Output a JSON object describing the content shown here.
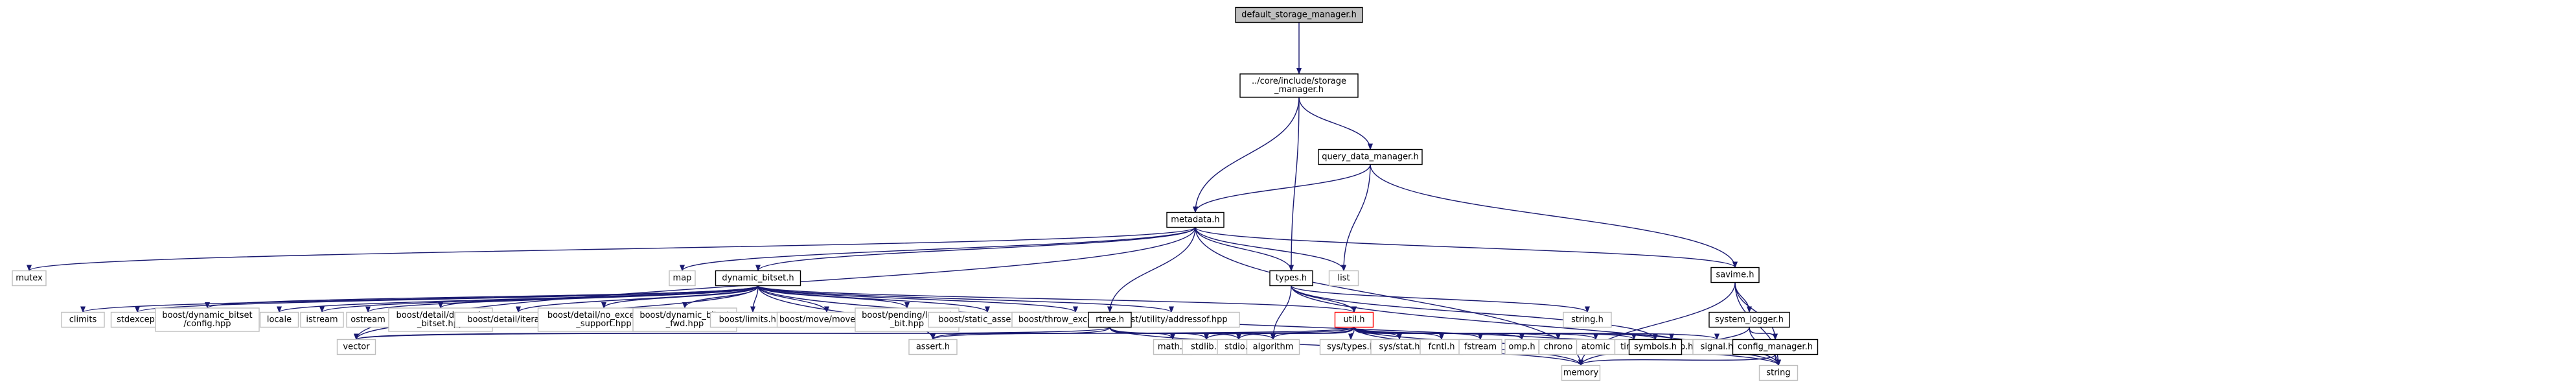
{
  "colors": {
    "edge": "#191970",
    "box_border_normal": "#000000",
    "box_border_muted": "#bfbfbf",
    "box_border_red": "#ff0000",
    "box_fill_root": "#bfbfbf",
    "box_fill": "#ffffff"
  },
  "nodes": [
    {
      "id": "root",
      "lines": [
        "default_storage_manager.h"
      ],
      "style": "root"
    },
    {
      "id": "storage_manager",
      "lines": [
        "../core/include/storage",
        "_manager.h"
      ],
      "style": "normal"
    },
    {
      "id": "query_data_manager",
      "lines": [
        "query_data_manager.h"
      ],
      "style": "normal"
    },
    {
      "id": "metadata",
      "lines": [
        "metadata.h"
      ],
      "style": "normal"
    },
    {
      "id": "savime",
      "lines": [
        "savime.h"
      ],
      "style": "normal"
    },
    {
      "id": "mutex",
      "lines": [
        "mutex"
      ],
      "style": "muted"
    },
    {
      "id": "map",
      "lines": [
        "map"
      ],
      "style": "muted"
    },
    {
      "id": "dynamic_bitset",
      "lines": [
        "dynamic_bitset.h"
      ],
      "style": "normal"
    },
    {
      "id": "types",
      "lines": [
        "types.h"
      ],
      "style": "normal"
    },
    {
      "id": "list",
      "lines": [
        "list"
      ],
      "style": "muted"
    },
    {
      "id": "climits",
      "lines": [
        "climits"
      ],
      "style": "muted"
    },
    {
      "id": "stdexcept",
      "lines": [
        "stdexcept"
      ],
      "style": "muted"
    },
    {
      "id": "boost_config",
      "lines": [
        "boost/dynamic_bitset",
        "/config.hpp"
      ],
      "style": "muted"
    },
    {
      "id": "locale",
      "lines": [
        "locale"
      ],
      "style": "muted"
    },
    {
      "id": "istream",
      "lines": [
        "istream"
      ],
      "style": "muted"
    },
    {
      "id": "ostream",
      "lines": [
        "ostream"
      ],
      "style": "muted"
    },
    {
      "id": "boost_detail_dynamic",
      "lines": [
        "boost/detail/dynamic",
        "_bitset.hpp"
      ],
      "style": "muted"
    },
    {
      "id": "boost_iterator",
      "lines": [
        "boost/detail/iterator.hpp"
      ],
      "style": "muted"
    },
    {
      "id": "boost_no_exceptions",
      "lines": [
        "boost/detail/no_exceptions",
        "_support.hpp"
      ],
      "style": "muted"
    },
    {
      "id": "boost_fwd",
      "lines": [
        "boost/dynamic_bitset",
        "_fwd.hpp"
      ],
      "style": "muted"
    },
    {
      "id": "boost_limits",
      "lines": [
        "boost/limits.hpp"
      ],
      "style": "muted"
    },
    {
      "id": "boost_move",
      "lines": [
        "boost/move/move.hpp"
      ],
      "style": "muted"
    },
    {
      "id": "boost_lowest_bit",
      "lines": [
        "boost/pending/lowest",
        "_bit.hpp"
      ],
      "style": "muted"
    },
    {
      "id": "boost_static_assert",
      "lines": [
        "boost/static_assert.hpp"
      ],
      "style": "muted"
    },
    {
      "id": "boost_throw",
      "lines": [
        "boost/throw_exception.hpp"
      ],
      "style": "muted"
    },
    {
      "id": "boost_addressof",
      "lines": [
        "boost/utility/addressof.hpp"
      ],
      "style": "muted"
    },
    {
      "id": "rtree",
      "lines": [
        "rtree.h"
      ],
      "style": "normal"
    },
    {
      "id": "util",
      "lines": [
        "util.h"
      ],
      "style": "red"
    },
    {
      "id": "string_h",
      "lines": [
        "string.h"
      ],
      "style": "muted"
    },
    {
      "id": "system_logger",
      "lines": [
        "system_logger.h"
      ],
      "style": "normal"
    },
    {
      "id": "vector",
      "lines": [
        "vector"
      ],
      "style": "muted"
    },
    {
      "id": "assert",
      "lines": [
        "assert.h"
      ],
      "style": "muted"
    },
    {
      "id": "math",
      "lines": [
        "math.h"
      ],
      "style": "muted"
    },
    {
      "id": "stdlib",
      "lines": [
        "stdlib.h"
      ],
      "style": "muted"
    },
    {
      "id": "stdio",
      "lines": [
        "stdio.h"
      ],
      "style": "muted"
    },
    {
      "id": "algorithm",
      "lines": [
        "algorithm"
      ],
      "style": "muted"
    },
    {
      "id": "sys_types",
      "lines": [
        "sys/types.h"
      ],
      "style": "muted"
    },
    {
      "id": "sys_stat",
      "lines": [
        "sys/stat.h"
      ],
      "style": "muted"
    },
    {
      "id": "fcntl",
      "lines": [
        "fcntl.h"
      ],
      "style": "muted"
    },
    {
      "id": "fstream",
      "lines": [
        "fstream"
      ],
      "style": "muted"
    },
    {
      "id": "omp",
      "lines": [
        "omp.h"
      ],
      "style": "muted"
    },
    {
      "id": "chrono",
      "lines": [
        "chrono"
      ],
      "style": "muted"
    },
    {
      "id": "atomic",
      "lines": [
        "atomic"
      ],
      "style": "muted"
    },
    {
      "id": "time",
      "lines": [
        "time.h"
      ],
      "style": "muted"
    },
    {
      "id": "execinfo",
      "lines": [
        "execinfo.h"
      ],
      "style": "muted"
    },
    {
      "id": "signal",
      "lines": [
        "signal.h"
      ],
      "style": "muted"
    },
    {
      "id": "symbols",
      "lines": [
        "symbols.h"
      ],
      "style": "normal"
    },
    {
      "id": "config_manager",
      "lines": [
        "config_manager.h"
      ],
      "style": "normal"
    },
    {
      "id": "memory",
      "lines": [
        "memory"
      ],
      "style": "muted"
    },
    {
      "id": "string",
      "lines": [
        "string"
      ],
      "style": "muted"
    }
  ],
  "edges": [
    [
      "root",
      "storage_manager"
    ],
    [
      "storage_manager",
      "query_data_manager"
    ],
    [
      "storage_manager",
      "metadata"
    ],
    [
      "storage_manager",
      "types"
    ],
    [
      "query_data_manager",
      "metadata"
    ],
    [
      "query_data_manager",
      "list"
    ],
    [
      "query_data_manager",
      "savime"
    ],
    [
      "metadata",
      "mutex"
    ],
    [
      "metadata",
      "map"
    ],
    [
      "metadata",
      "dynamic_bitset"
    ],
    [
      "metadata",
      "types"
    ],
    [
      "metadata",
      "list"
    ],
    [
      "metadata",
      "savime"
    ],
    [
      "metadata",
      "rtree"
    ],
    [
      "metadata",
      "vector"
    ],
    [
      "metadata",
      "memory"
    ],
    [
      "dynamic_bitset",
      "vector"
    ],
    [
      "dynamic_bitset",
      "climits"
    ],
    [
      "dynamic_bitset",
      "stdexcept"
    ],
    [
      "dynamic_bitset",
      "boost_config"
    ],
    [
      "dynamic_bitset",
      "locale"
    ],
    [
      "dynamic_bitset",
      "istream"
    ],
    [
      "dynamic_bitset",
      "ostream"
    ],
    [
      "dynamic_bitset",
      "boost_detail_dynamic"
    ],
    [
      "dynamic_bitset",
      "boost_iterator"
    ],
    [
      "dynamic_bitset",
      "boost_no_exceptions"
    ],
    [
      "dynamic_bitset",
      "boost_fwd"
    ],
    [
      "dynamic_bitset",
      "boost_limits"
    ],
    [
      "dynamic_bitset",
      "boost_move"
    ],
    [
      "dynamic_bitset",
      "boost_lowest_bit"
    ],
    [
      "dynamic_bitset",
      "boost_static_assert"
    ],
    [
      "dynamic_bitset",
      "boost_throw"
    ],
    [
      "dynamic_bitset",
      "boost_addressof"
    ],
    [
      "dynamic_bitset",
      "assert"
    ],
    [
      "dynamic_bitset",
      "util"
    ],
    [
      "dynamic_bitset",
      "string"
    ],
    [
      "types",
      "util"
    ],
    [
      "types",
      "string_h"
    ],
    [
      "types",
      "symbols"
    ],
    [
      "types",
      "algorithm"
    ],
    [
      "types",
      "string"
    ],
    [
      "rtree",
      "vector"
    ],
    [
      "rtree",
      "assert"
    ],
    [
      "rtree",
      "math"
    ],
    [
      "rtree",
      "stdlib"
    ],
    [
      "rtree",
      "stdio"
    ],
    [
      "rtree",
      "algorithm"
    ],
    [
      "rtree",
      "memory"
    ],
    [
      "util",
      "vector"
    ],
    [
      "util",
      "assert"
    ],
    [
      "util",
      "stdlib"
    ],
    [
      "util",
      "stdio"
    ],
    [
      "util",
      "algorithm"
    ],
    [
      "util",
      "sys_types"
    ],
    [
      "util",
      "sys_stat"
    ],
    [
      "util",
      "fcntl"
    ],
    [
      "util",
      "fstream"
    ],
    [
      "util",
      "omp"
    ],
    [
      "util",
      "chrono"
    ],
    [
      "util",
      "atomic"
    ],
    [
      "util",
      "time"
    ],
    [
      "util",
      "execinfo"
    ],
    [
      "util",
      "signal"
    ],
    [
      "util",
      "symbols"
    ],
    [
      "util",
      "memory"
    ],
    [
      "util",
      "string"
    ],
    [
      "savime",
      "system_logger"
    ],
    [
      "savime",
      "config_manager"
    ],
    [
      "savime",
      "memory"
    ],
    [
      "savime",
      "string"
    ],
    [
      "system_logger",
      "config_manager"
    ],
    [
      "system_logger",
      "memory"
    ],
    [
      "system_logger",
      "string"
    ],
    [
      "config_manager",
      "memory"
    ],
    [
      "config_manager",
      "string"
    ]
  ]
}
